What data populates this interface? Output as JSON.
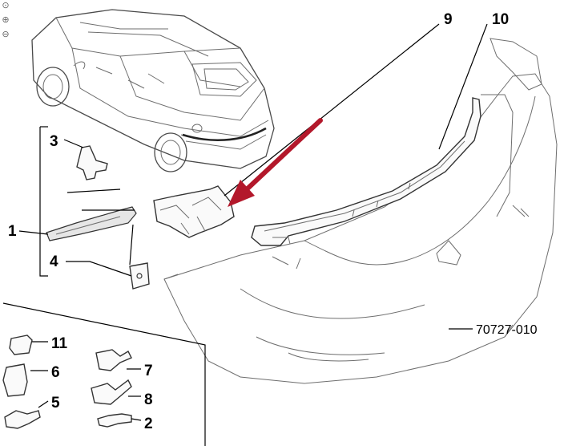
{
  "callouts": {
    "c1": "1",
    "c2": "2",
    "c3": "3",
    "c4": "4",
    "c5": "5",
    "c6": "6",
    "c7": "7",
    "c8": "8",
    "c9": "9",
    "c10": "10",
    "c11": "11"
  },
  "reference_code": "70727-010",
  "colors": {
    "pointer_arrow": "#b3182b",
    "line_art": "#333333"
  },
  "toolbar_icons": [
    "pin-icon",
    "zoom-in-icon",
    "zoom-out-icon"
  ]
}
